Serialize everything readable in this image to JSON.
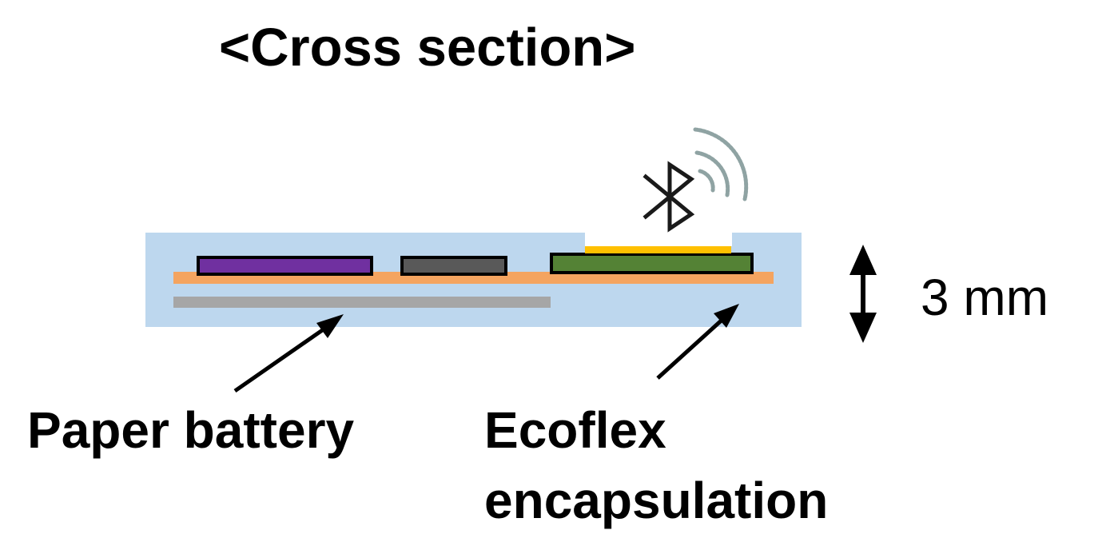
{
  "title": "<Cross section>",
  "dimension": {
    "label": "3 mm"
  },
  "labels": {
    "paper_battery": "Paper battery",
    "ecoflex_line1": "Ecoflex",
    "ecoflex_line2": "encapsulation"
  },
  "colors": {
    "encapsulation": "#BDD7EE",
    "substrate": "#F4A460",
    "battery_layer": "#A6A6A6",
    "component_purple": "#7030A0",
    "component_gray": "#595959",
    "component_green": "#548235",
    "antenna_gold": "#FFC000",
    "wireless_waves": "#8FA3A3",
    "arrows": "#000000"
  },
  "icons": {
    "wireless": "bluetooth-icon"
  }
}
